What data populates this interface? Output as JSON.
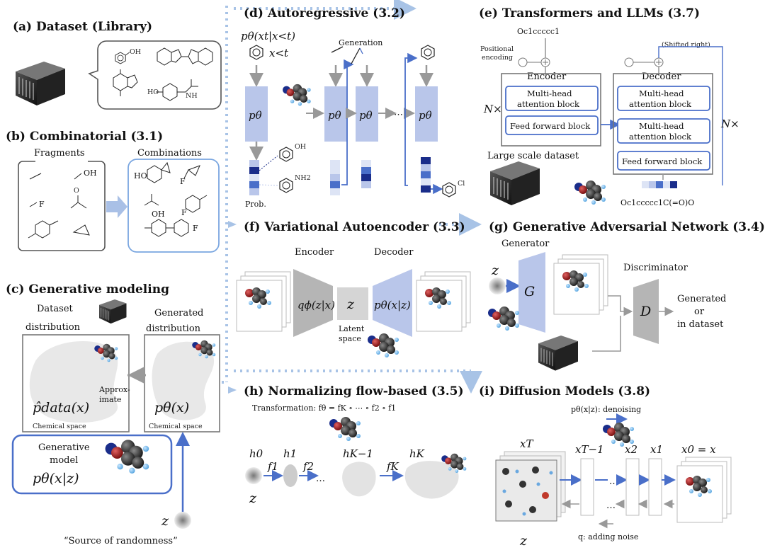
{
  "panels": {
    "a": {
      "title": "(a) Dataset (Library)"
    },
    "b": {
      "title": "(b) Combinatorial (3.1)",
      "fragments": "Fragments",
      "combinations": "Combinations"
    },
    "c": {
      "title": "(c) Generative modeling",
      "dataset_dist": [
        "Dataset",
        "distribution"
      ],
      "generated_dist": [
        "Generated",
        "distribution"
      ],
      "approx": [
        "Approx-",
        "imate"
      ],
      "chem_left": "Chemical space",
      "chem_right": "Chemical space",
      "p_data": "p̂data(x)",
      "p_theta": "pθ(x)",
      "gen_model": [
        "Generative",
        "model"
      ],
      "gen_model_math": "pθ(x|z)",
      "z": "z",
      "source": "“Source of randomness”"
    },
    "d": {
      "title": "(d) Autoregressive (3.2)",
      "formula": "pθ(xt|x<t)",
      "x_lt": "x<t",
      "generation": "Generation",
      "p_theta": "pθ",
      "prob": "Prob.",
      "dots": "⋯"
    },
    "e": {
      "title": "(e) Transformers and LLMs (3.7)",
      "input_smiles": "Oc1ccccc1",
      "pos_enc": [
        "Positional",
        "encoding"
      ],
      "shifted": "(Shifted right)",
      "encoder": "Encoder",
      "decoder": "Decoder",
      "mha": [
        "Multi-head",
        "attention block"
      ],
      "ff": "Feed forward block",
      "nx": "N×",
      "large": "Large scale dataset",
      "output_smiles": "Oc1ccccc1C(=O)O"
    },
    "f": {
      "title": "(f) Variational Autoencoder (3.3)",
      "encoder": "Encoder",
      "decoder": "Decoder",
      "q": "qϕ(z|x)",
      "z": "z",
      "p": "pθ(x|z)",
      "latent": [
        "Latent",
        "space"
      ]
    },
    "g": {
      "title": "(g) Generative Adversarial Network (3.4)",
      "generator": "Generator",
      "discriminator": "Discriminator",
      "z": "z",
      "G": "G",
      "D": "D",
      "result": [
        "Generated",
        "or",
        "in dataset"
      ]
    },
    "h": {
      "title": "(h) Normalizing flow-based (3.5)",
      "transform": "Transformation: fθ = fK ∘ ⋯ ∘ f2 ∘ f1",
      "h0": "h0",
      "h1": "h1",
      "hK1": "hK−1",
      "hK": "hK",
      "f1": "f1",
      "f2": "f2",
      "fK": "fK",
      "dots": "…",
      "z": "z"
    },
    "i": {
      "title": "(i) Diffusion Models (3.8)",
      "denoise": "pθ(x|z): denoising",
      "xT": "xT",
      "xT1": "xT−1",
      "x2": "x2",
      "x1": "x1",
      "x0": "x0 = x",
      "dots": "…",
      "z": "z",
      "noise": "q: adding noise"
    }
  },
  "colors": {
    "accent": "#4a6fc9",
    "light_blue": "#b9c6ea",
    "dot_line": "#a8c3e6",
    "gray": "#bdbdbd"
  }
}
